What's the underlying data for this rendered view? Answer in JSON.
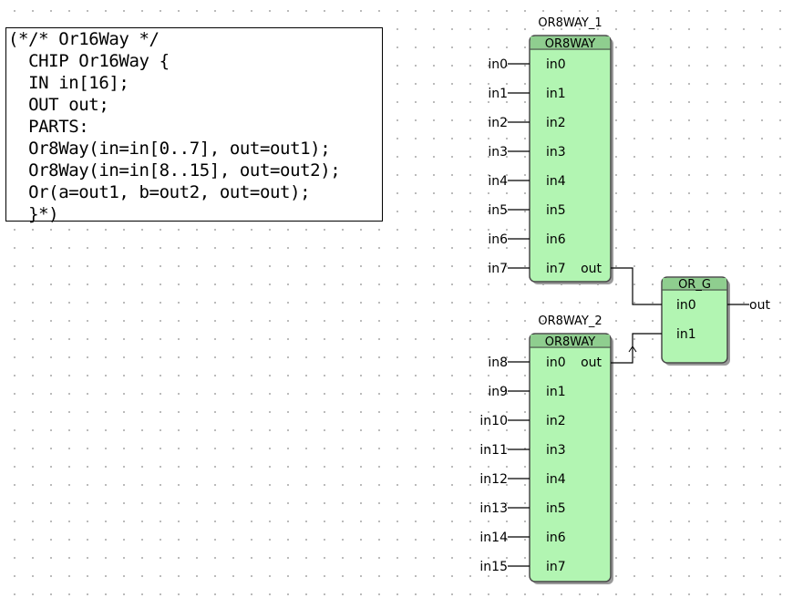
{
  "code_comment": {
    "lines": [
      "(*/* Or16Way */",
      "  CHIP Or16Way {",
      "  IN in[16];",
      "  OUT out;",
      "  PARTS:",
      "  Or8Way(in=in[0..7], out=out1);",
      "  Or8Way(in=in[8..15], out=out2);",
      "  Or(a=out1, b=out2, out=out);",
      "  }*)"
    ]
  },
  "blocks": [
    {
      "instance": "OR8WAY_1",
      "type": "OR8WAY",
      "inputs": [
        "in0",
        "in1",
        "in2",
        "in3",
        "in4",
        "in5",
        "in6",
        "in7"
      ],
      "output": "out",
      "external_inputs": [
        "in0",
        "in1",
        "in2",
        "in3",
        "in4",
        "in5",
        "in6",
        "in7"
      ]
    },
    {
      "instance": "OR8WAY_2",
      "type": "OR8WAY",
      "inputs": [
        "in0",
        "in1",
        "in2",
        "in3",
        "in4",
        "in5",
        "in6",
        "in7"
      ],
      "output": "out",
      "external_inputs": [
        "in8",
        "in9",
        "in10",
        "in11",
        "in12",
        "in13",
        "in14",
        "in15"
      ]
    },
    {
      "instance": "",
      "type": "OR_G",
      "inputs": [
        "in0",
        "in1"
      ],
      "output": "",
      "external_output": "out"
    }
  ],
  "colors": {
    "block_fill": "#b2f5b2",
    "block_header": "#8fce8f",
    "block_border": "#4a4a4a",
    "wire": "#000000"
  }
}
